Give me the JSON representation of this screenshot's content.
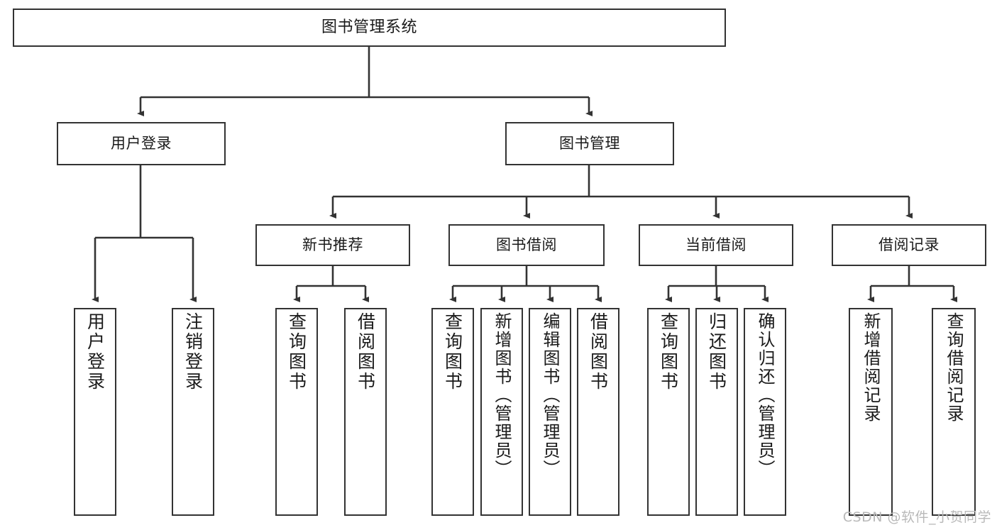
{
  "diagram": {
    "title": "图书管理系统",
    "type": "tree-hierarchy",
    "nodes": {
      "root": {
        "label": "图书管理系统"
      },
      "level1": [
        {
          "id": "user-login",
          "label": "用户登录"
        },
        {
          "id": "book-manage",
          "label": "图书管理"
        }
      ],
      "level2": [
        {
          "id": "new-book-recommend",
          "label": "新书推荐",
          "parent": "book-manage"
        },
        {
          "id": "book-borrow",
          "label": "图书借阅",
          "parent": "book-manage"
        },
        {
          "id": "current-borrow",
          "label": "当前借阅",
          "parent": "book-manage"
        },
        {
          "id": "borrow-record",
          "label": "借阅记录",
          "parent": "book-manage"
        }
      ],
      "leaves": [
        {
          "id": "leaf-user-login",
          "label": "用户登录",
          "parent": "user-login"
        },
        {
          "id": "leaf-logout",
          "label": "注销登录",
          "parent": "user-login"
        },
        {
          "id": "leaf-query-book-1",
          "label": "查询图书",
          "parent": "new-book-recommend"
        },
        {
          "id": "leaf-borrow-book-1",
          "label": "借阅图书",
          "parent": "new-book-recommend"
        },
        {
          "id": "leaf-query-book-2",
          "label": "查询图书",
          "parent": "book-borrow"
        },
        {
          "id": "leaf-add-book",
          "label": "新增图书（管理员）",
          "parent": "book-borrow"
        },
        {
          "id": "leaf-edit-book",
          "label": "编辑图书（管理员）",
          "parent": "book-borrow"
        },
        {
          "id": "leaf-borrow-book-2",
          "label": "借阅图书",
          "parent": "book-borrow"
        },
        {
          "id": "leaf-query-book-3",
          "label": "查询图书",
          "parent": "current-borrow"
        },
        {
          "id": "leaf-return-book",
          "label": "归还图书",
          "parent": "current-borrow"
        },
        {
          "id": "leaf-confirm-return",
          "label": "确认归还（管理员）",
          "parent": "current-borrow"
        },
        {
          "id": "leaf-add-record",
          "label": "新增借阅记录",
          "parent": "borrow-record"
        },
        {
          "id": "leaf-query-record",
          "label": "查询借阅记录",
          "parent": "borrow-record"
        }
      ]
    },
    "colors": {
      "stroke": "#333333",
      "box_fill": "#ffffff",
      "text": "#1a1a1a",
      "watermark": "#b9b9b9"
    }
  },
  "watermark": {
    "text": "CSDN @软件_小贺同学"
  }
}
